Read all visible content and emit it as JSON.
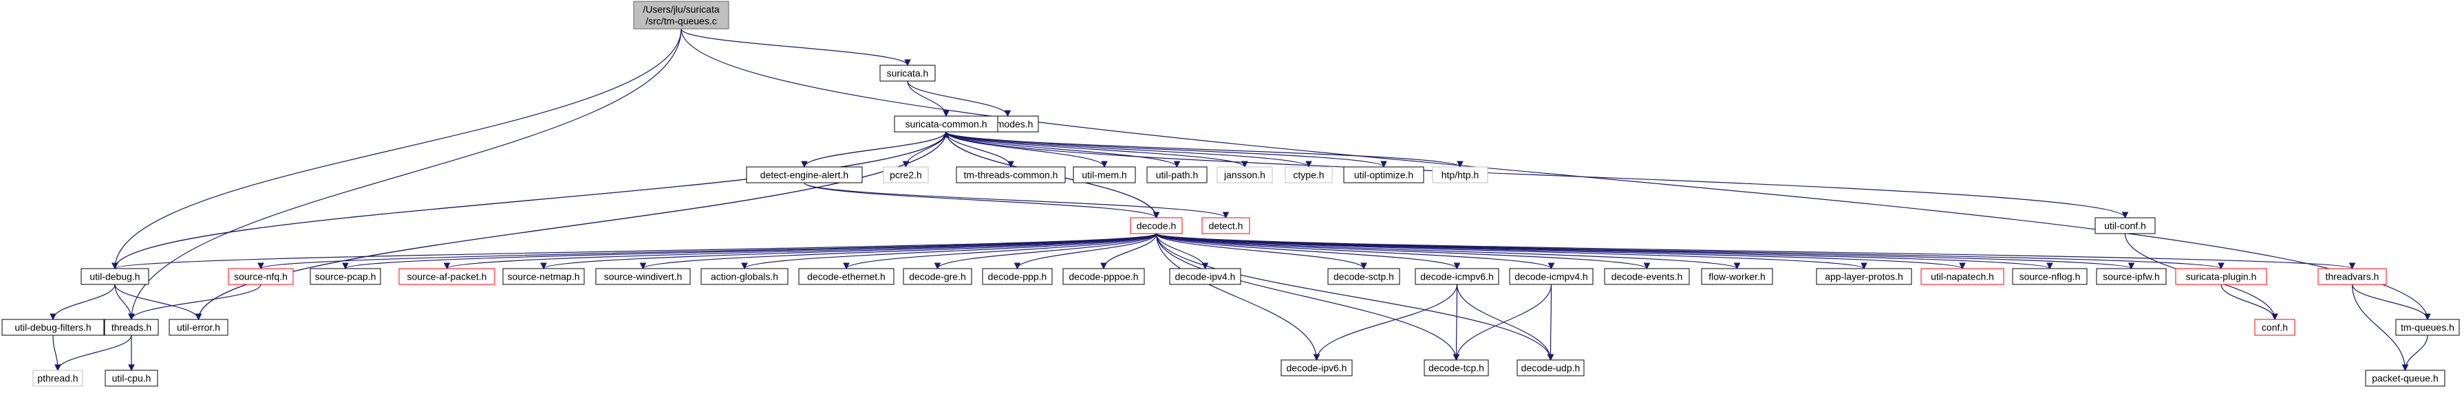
{
  "colors": {
    "edge": "#191970",
    "node_border": "#000000",
    "root_border": "#666666",
    "root_fill": "#bfbfbf",
    "missing_border": "#bfbfbf",
    "truncated_border": "#ff0000",
    "node_fill": "#ffffff",
    "text": "#000000",
    "missing_text": "#000000"
  },
  "nodes": [
    {
      "id": "root",
      "lines": [
        "/Users/jlu/suricata",
        "/src/tm-queues.c"
      ],
      "style": "root"
    },
    {
      "id": "suricata_h",
      "lines": [
        "suricata.h"
      ],
      "style": "normal"
    },
    {
      "id": "runmodes_h",
      "lines": [
        "runmodes.h"
      ],
      "style": "normal"
    },
    {
      "id": "suricata_common_h",
      "lines": [
        "suricata-common.h"
      ],
      "style": "normal"
    },
    {
      "id": "detect_engine_alert_h",
      "lines": [
        "detect-engine-alert.h"
      ],
      "style": "normal"
    },
    {
      "id": "pcre2_h",
      "lines": [
        "pcre2.h"
      ],
      "style": "missing"
    },
    {
      "id": "tm_threads_common_h",
      "lines": [
        "tm-threads-common.h"
      ],
      "style": "normal"
    },
    {
      "id": "util_mem_h",
      "lines": [
        "util-mem.h"
      ],
      "style": "normal"
    },
    {
      "id": "util_path_h",
      "lines": [
        "util-path.h"
      ],
      "style": "normal"
    },
    {
      "id": "jansson_h",
      "lines": [
        "jansson.h"
      ],
      "style": "missing"
    },
    {
      "id": "ctype_h",
      "lines": [
        "ctype.h"
      ],
      "style": "missing"
    },
    {
      "id": "util_optimize_h",
      "lines": [
        "util-optimize.h"
      ],
      "style": "normal"
    },
    {
      "id": "htp_htp_h",
      "lines": [
        "htp/htp.h"
      ],
      "style": "missing"
    },
    {
      "id": "util_conf_h",
      "lines": [
        "util-conf.h"
      ],
      "style": "normal"
    },
    {
      "id": "decode_h",
      "lines": [
        "decode.h"
      ],
      "style": "truncated"
    },
    {
      "id": "detect_h",
      "lines": [
        "detect.h"
      ],
      "style": "truncated"
    },
    {
      "id": "util_debug_h",
      "lines": [
        "util-debug.h"
      ],
      "style": "normal"
    },
    {
      "id": "source_nfq_h",
      "lines": [
        "source-nfq.h"
      ],
      "style": "truncated"
    },
    {
      "id": "source_pcap_h",
      "lines": [
        "source-pcap.h"
      ],
      "style": "normal"
    },
    {
      "id": "source_af_packet_h",
      "lines": [
        "source-af-packet.h"
      ],
      "style": "truncated"
    },
    {
      "id": "source_netmap_h",
      "lines": [
        "source-netmap.h"
      ],
      "style": "normal"
    },
    {
      "id": "source_windivert_h",
      "lines": [
        "source-windivert.h"
      ],
      "style": "normal"
    },
    {
      "id": "action_globals_h",
      "lines": [
        "action-globals.h"
      ],
      "style": "normal"
    },
    {
      "id": "decode_ethernet_h",
      "lines": [
        "decode-ethernet.h"
      ],
      "style": "normal"
    },
    {
      "id": "decode_gre_h",
      "lines": [
        "decode-gre.h"
      ],
      "style": "normal"
    },
    {
      "id": "decode_ppp_h",
      "lines": [
        "decode-ppp.h"
      ],
      "style": "normal"
    },
    {
      "id": "decode_pppoe_h",
      "lines": [
        "decode-pppoe.h"
      ],
      "style": "normal"
    },
    {
      "id": "decode_ipv4_h",
      "lines": [
        "decode-ipv4.h"
      ],
      "style": "normal"
    },
    {
      "id": "decode_sctp_h",
      "lines": [
        "decode-sctp.h"
      ],
      "style": "normal"
    },
    {
      "id": "decode_icmpv6_h",
      "lines": [
        "decode-icmpv6.h"
      ],
      "style": "normal"
    },
    {
      "id": "decode_icmpv4_h",
      "lines": [
        "decode-icmpv4.h"
      ],
      "style": "normal"
    },
    {
      "id": "decode_events_h",
      "lines": [
        "decode-events.h"
      ],
      "style": "normal"
    },
    {
      "id": "flow_worker_h",
      "lines": [
        "flow-worker.h"
      ],
      "style": "normal"
    },
    {
      "id": "app_layer_protos_h",
      "lines": [
        "app-layer-protos.h"
      ],
      "style": "normal"
    },
    {
      "id": "util_napatech_h",
      "lines": [
        "util-napatech.h"
      ],
      "style": "truncated"
    },
    {
      "id": "source_nflog_h",
      "lines": [
        "source-nflog.h"
      ],
      "style": "normal"
    },
    {
      "id": "source_ipfw_h",
      "lines": [
        "source-ipfw.h"
      ],
      "style": "normal"
    },
    {
      "id": "suricata_plugin_h",
      "lines": [
        "suricata-plugin.h"
      ],
      "style": "truncated"
    },
    {
      "id": "threadvars_h",
      "lines": [
        "threadvars.h"
      ],
      "style": "truncated"
    },
    {
      "id": "tm_queues_h",
      "lines": [
        "tm-queues.h"
      ],
      "style": "normal"
    },
    {
      "id": "util_debug_filters_h",
      "lines": [
        "util-debug-filters.h"
      ],
      "style": "normal"
    },
    {
      "id": "threads_h",
      "lines": [
        "threads.h"
      ],
      "style": "normal"
    },
    {
      "id": "util_error_h",
      "lines": [
        "util-error.h"
      ],
      "style": "normal"
    },
    {
      "id": "decode_ipv6_h",
      "lines": [
        "decode-ipv6.h"
      ],
      "style": "normal"
    },
    {
      "id": "decode_tcp_h",
      "lines": [
        "decode-tcp.h"
      ],
      "style": "normal"
    },
    {
      "id": "decode_udp_h",
      "lines": [
        "decode-udp.h"
      ],
      "style": "normal"
    },
    {
      "id": "conf_h",
      "lines": [
        "conf.h"
      ],
      "style": "truncated"
    },
    {
      "id": "pthread_h",
      "lines": [
        "pthread.h"
      ],
      "style": "missing"
    },
    {
      "id": "util_cpu_h",
      "lines": [
        "util-cpu.h"
      ],
      "style": "normal"
    },
    {
      "id": "packet_queue_h",
      "lines": [
        "packet-queue.h"
      ],
      "style": "normal"
    }
  ],
  "edges": [
    [
      "root",
      "suricata_h"
    ],
    [
      "root",
      "util_debug_h"
    ],
    [
      "root",
      "threads_h"
    ],
    [
      "root",
      "tm_queues_h"
    ],
    [
      "suricata_h",
      "suricata_common_h"
    ],
    [
      "suricata_h",
      "runmodes_h"
    ],
    [
      "suricata_common_h",
      "detect_engine_alert_h"
    ],
    [
      "suricata_common_h",
      "pcre2_h"
    ],
    [
      "suricata_common_h",
      "tm_threads_common_h"
    ],
    [
      "suricata_common_h",
      "util_mem_h"
    ],
    [
      "suricata_common_h",
      "util_path_h"
    ],
    [
      "suricata_common_h",
      "jansson_h"
    ],
    [
      "suricata_common_h",
      "ctype_h"
    ],
    [
      "suricata_common_h",
      "util_optimize_h"
    ],
    [
      "suricata_common_h",
      "htp_htp_h"
    ],
    [
      "suricata_common_h",
      "util_conf_h"
    ],
    [
      "suricata_common_h",
      "util_debug_h"
    ],
    [
      "suricata_common_h",
      "util_error_h"
    ],
    [
      "suricata_common_h",
      "decode_h"
    ],
    [
      "detect_engine_alert_h",
      "suricata_common_h"
    ],
    [
      "detect_engine_alert_h",
      "decode_h"
    ],
    [
      "detect_engine_alert_h",
      "detect_h"
    ],
    [
      "decode_h",
      "suricata_common_h"
    ],
    [
      "decode_h",
      "util_debug_h"
    ],
    [
      "decode_h",
      "source_nfq_h"
    ],
    [
      "decode_h",
      "source_pcap_h"
    ],
    [
      "decode_h",
      "source_af_packet_h"
    ],
    [
      "decode_h",
      "source_netmap_h"
    ],
    [
      "decode_h",
      "source_windivert_h"
    ],
    [
      "decode_h",
      "action_globals_h"
    ],
    [
      "decode_h",
      "decode_ethernet_h"
    ],
    [
      "decode_h",
      "decode_gre_h"
    ],
    [
      "decode_h",
      "decode_ppp_h"
    ],
    [
      "decode_h",
      "decode_pppoe_h"
    ],
    [
      "decode_h",
      "decode_ipv4_h"
    ],
    [
      "decode_h",
      "decode_ipv6_h"
    ],
    [
      "decode_h",
      "decode_sctp_h"
    ],
    [
      "decode_h",
      "decode_icmpv6_h"
    ],
    [
      "decode_h",
      "decode_icmpv4_h"
    ],
    [
      "decode_h",
      "decode_tcp_h"
    ],
    [
      "decode_h",
      "decode_udp_h"
    ],
    [
      "decode_h",
      "decode_events_h"
    ],
    [
      "decode_h",
      "flow_worker_h"
    ],
    [
      "decode_h",
      "app_layer_protos_h"
    ],
    [
      "decode_h",
      "util_napatech_h"
    ],
    [
      "decode_h",
      "source_nflog_h"
    ],
    [
      "decode_h",
      "source_ipfw_h"
    ],
    [
      "decode_h",
      "suricata_plugin_h"
    ],
    [
      "decode_h",
      "threadvars_h"
    ],
    [
      "util_debug_h",
      "suricata_common_h"
    ],
    [
      "util_debug_h",
      "util_debug_filters_h"
    ],
    [
      "util_debug_h",
      "threads_h"
    ],
    [
      "util_debug_h",
      "util_error_h"
    ],
    [
      "util_debug_filters_h",
      "pthread_h"
    ],
    [
      "threads_h",
      "pthread_h"
    ],
    [
      "threads_h",
      "util_cpu_h"
    ],
    [
      "util_error_h",
      "suricata_common_h"
    ],
    [
      "source_nfq_h",
      "threads_h"
    ],
    [
      "decode_icmpv6_h",
      "decode_ipv6_h"
    ],
    [
      "decode_icmpv6_h",
      "decode_tcp_h"
    ],
    [
      "decode_icmpv6_h",
      "decode_udp_h"
    ],
    [
      "decode_icmpv4_h",
      "decode_tcp_h"
    ],
    [
      "decode_icmpv4_h",
      "decode_udp_h"
    ],
    [
      "util_conf_h",
      "conf_h"
    ],
    [
      "suricata_plugin_h",
      "conf_h"
    ],
    [
      "threadvars_h",
      "tm_queues_h"
    ],
    [
      "threadvars_h",
      "packet_queue_h"
    ],
    [
      "tm_queues_h",
      "packet_queue_h"
    ]
  ]
}
